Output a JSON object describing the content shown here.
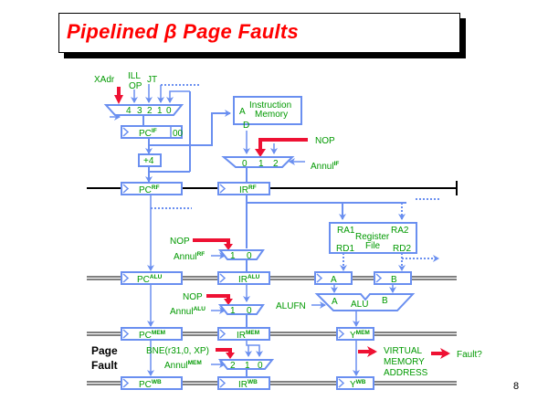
{
  "slide": {
    "title": "Pipelined β Page Faults",
    "page_number": "8"
  },
  "colors": {
    "title": "#ff0000",
    "wires": "#6a8ff0",
    "labels": "#009900",
    "fault_arrows": "#ee1133"
  },
  "pc_mux": {
    "inputs": {
      "xadr": "XAdr",
      "illop_1": "ILL",
      "illop_2": "OP",
      "jt": "JT"
    },
    "select_labels": [
      "4",
      "3",
      "2",
      "1",
      "0"
    ]
  },
  "registers": {
    "pc_if": {
      "base": "PC",
      "sup": "IF",
      "suffix": "00"
    },
    "plus4": "+4",
    "pc_rf": {
      "base": "PC",
      "sup": "RF"
    },
    "ir_rf": {
      "base": "IR",
      "sup": "RF"
    },
    "pc_alu": {
      "base": "PC",
      "sup": "ALU"
    },
    "ir_alu": {
      "base": "IR",
      "sup": "ALU"
    },
    "a": "A",
    "b": "B",
    "pc_mem": {
      "base": "PC",
      "sup": "MEM"
    },
    "ir_mem": {
      "base": "IR",
      "sup": "MEM"
    },
    "y_mem": {
      "base": "Y",
      "sup": "MEM"
    },
    "pc_wb": {
      "base": "PC",
      "sup": "WB"
    },
    "ir_wb": {
      "base": "IR",
      "sup": "WB"
    },
    "y_wb": {
      "base": "Y",
      "sup": "WB"
    }
  },
  "imem": {
    "title_1": "Instruction",
    "title_2": "Memory",
    "port_a": "A",
    "port_d": "D"
  },
  "if_mux": {
    "nop": "NOP",
    "select_labels": [
      "0",
      "1",
      "2"
    ],
    "annul": {
      "base": "Annul",
      "sup": "IF"
    }
  },
  "regfile": {
    "title_1": "Register",
    "title_2": "File",
    "ra1": "RA1",
    "ra2": "RA2",
    "rd1": "RD1",
    "rd2": "RD2"
  },
  "rf_mux": {
    "nop": "NOP",
    "select_labels": [
      "1",
      "0"
    ],
    "annul": {
      "base": "Annul",
      "sup": "RF"
    }
  },
  "alu_mux": {
    "nop": "NOP",
    "select_labels": [
      "1",
      "0"
    ],
    "annul": {
      "base": "Annul",
      "sup": "ALU"
    }
  },
  "alu": {
    "label": "ALU",
    "in_a": "A",
    "in_b": "B",
    "fn": "ALUFN"
  },
  "mem_mux": {
    "bne": "BNE(r31,0, XP)",
    "select_labels": [
      "2",
      "1",
      "0"
    ],
    "annul": {
      "base": "Annul",
      "sup": "MEM"
    }
  },
  "page_fault": {
    "line1": "Page",
    "line2": "Fault",
    "vma_1": "VIRTUAL",
    "vma_2": "MEMORY",
    "vma_3": "ADDRESS",
    "fault": "Fault?"
  }
}
